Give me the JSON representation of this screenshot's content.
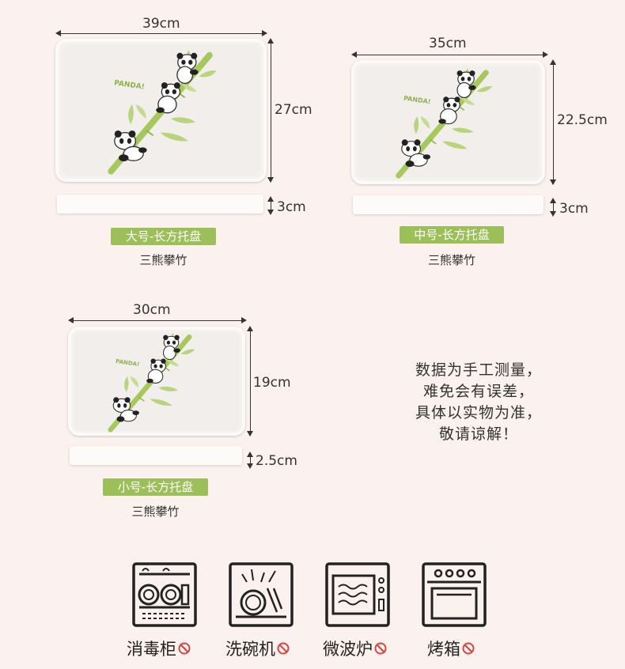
{
  "trays": [
    {
      "size_label": "大号-长方托盘",
      "pattern": "三熊攀竹",
      "width": "39cm",
      "depth": "27cm",
      "height": "3cm"
    },
    {
      "size_label": "中号-长方托盘",
      "pattern": "三熊攀竹",
      "width": "35cm",
      "depth": "22.5cm",
      "height": "3cm"
    },
    {
      "size_label": "小号-长方托盘",
      "pattern": "三熊攀竹",
      "width": "30cm",
      "depth": "19cm",
      "height": "2.5cm"
    }
  ],
  "tray_print": "PANDA!",
  "note_lines": [
    "数据为手工测量，",
    "难免会有误差，",
    "具体以实物为准，",
    "敬请谅解！"
  ],
  "appliances": [
    {
      "label": "消毒柜",
      "icon": "sterilizer-cabinet-icon"
    },
    {
      "label": "洗碗机",
      "icon": "dishwasher-icon"
    },
    {
      "label": "微波炉",
      "icon": "microwave-icon"
    },
    {
      "label": "烤箱",
      "icon": "oven-icon"
    }
  ],
  "colors": {
    "background": "#fbf1ee",
    "badge": "#9dbf5a",
    "prohibited": "#d9453c",
    "bamboo": "#a7c95c"
  }
}
